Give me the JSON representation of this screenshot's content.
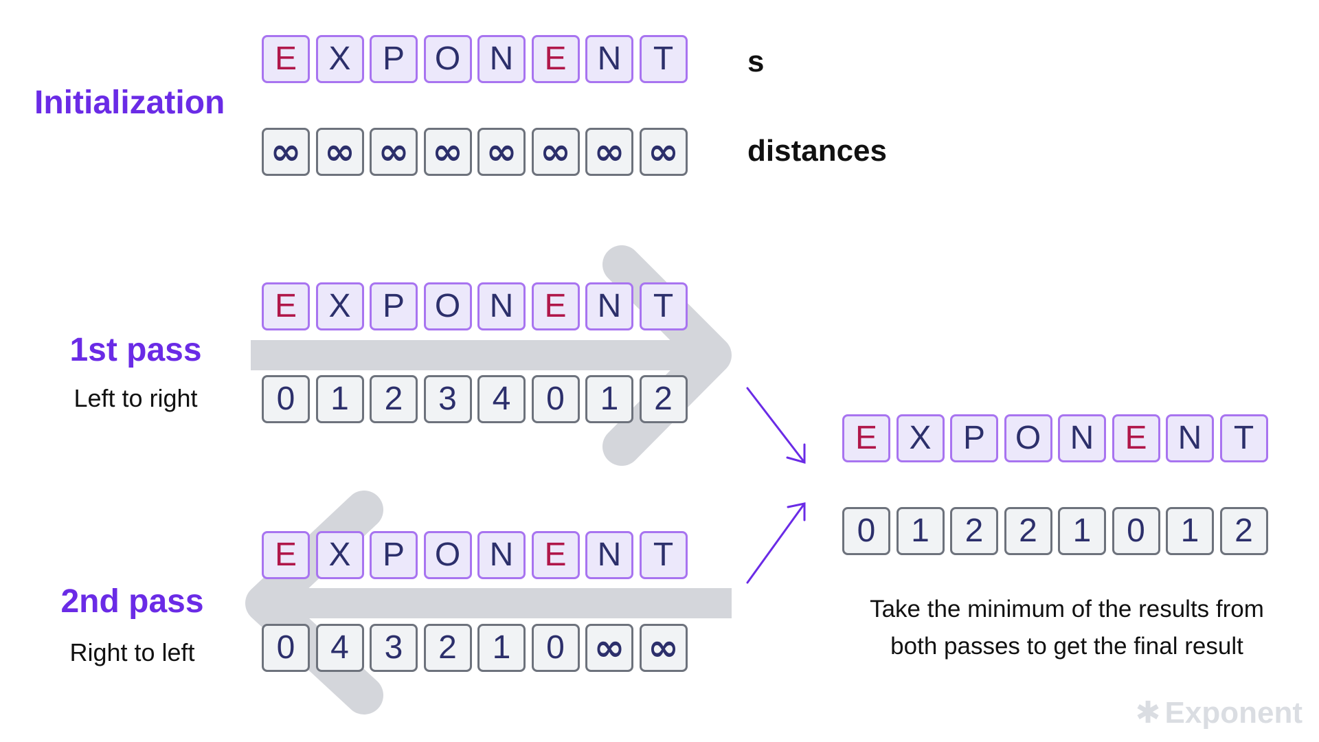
{
  "word": [
    "E",
    "X",
    "P",
    "O",
    "N",
    "E",
    "N",
    "T"
  ],
  "highlight_letter": "E",
  "initialization": {
    "title": "Initialization",
    "s_label": "s",
    "distances_label": "distances",
    "distances": [
      "∞",
      "∞",
      "∞",
      "∞",
      "∞",
      "∞",
      "∞",
      "∞"
    ]
  },
  "first_pass": {
    "title": "1st pass",
    "subtitle": "Left to right",
    "distances": [
      "0",
      "1",
      "2",
      "3",
      "4",
      "0",
      "1",
      "2"
    ]
  },
  "second_pass": {
    "title": "2nd pass",
    "subtitle": "Right to left",
    "distances": [
      "0",
      "4",
      "3",
      "2",
      "1",
      "0",
      "∞",
      "∞"
    ]
  },
  "result": {
    "distances": [
      "0",
      "1",
      "2",
      "2",
      "1",
      "0",
      "1",
      "2"
    ],
    "note_line1": "Take the minimum of the results from",
    "note_line2": "both passes to get the final result"
  },
  "brand": {
    "logo_text": "Exponent",
    "logo_icon": "asterisk-icon"
  },
  "colors": {
    "title_purple": "#6a2be6",
    "highlight_red": "#b0174a",
    "letter_fill": "#ece8fb",
    "letter_border": "#a874f0",
    "number_fill": "#f1f3f5",
    "number_border": "#6d727c",
    "text_navy": "#2c2f6b",
    "arrow_gray": "#d4d6db"
  }
}
